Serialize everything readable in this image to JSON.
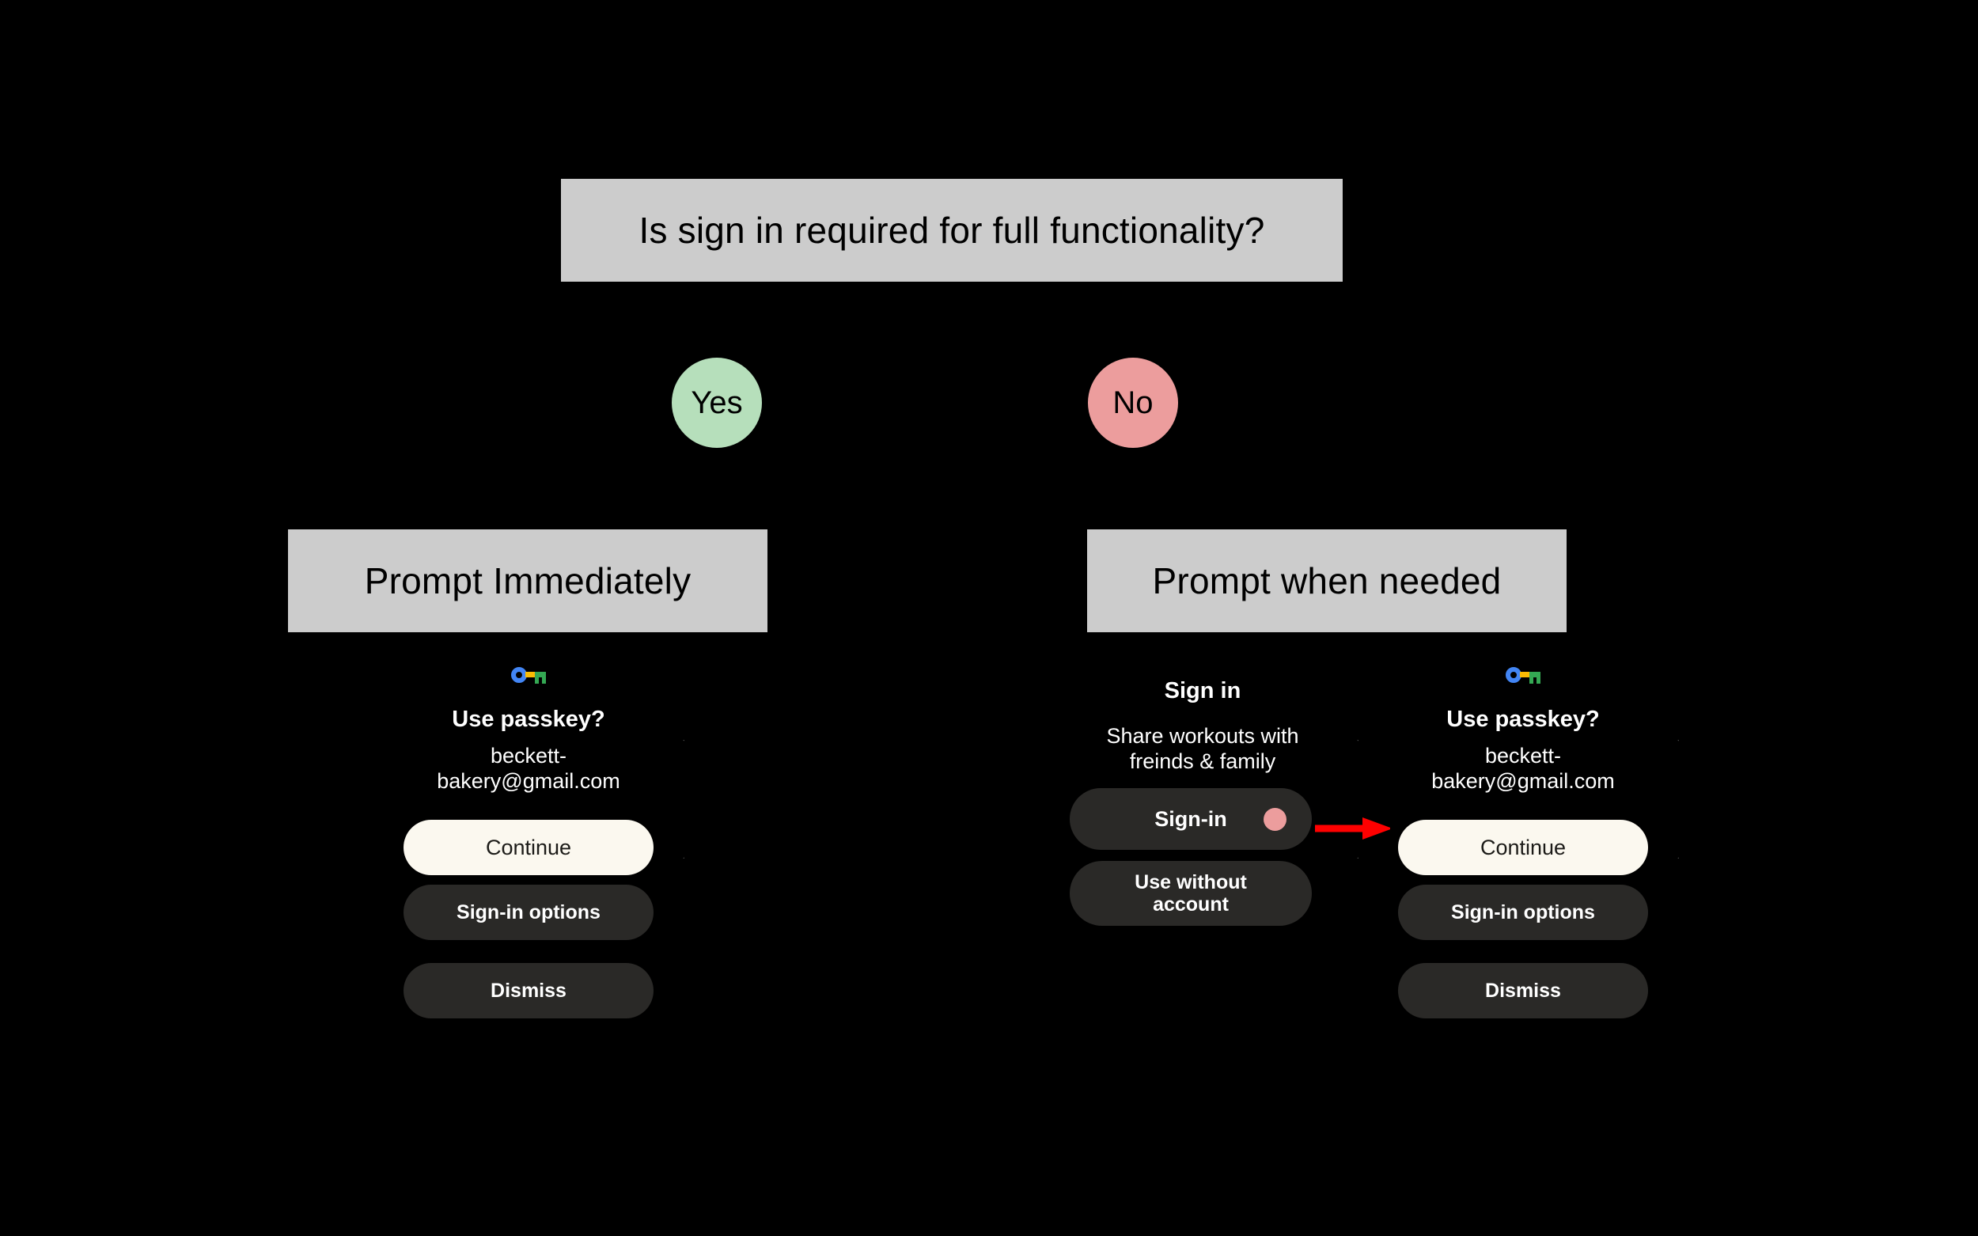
{
  "diagram": {
    "background_color": "#000000",
    "box_fill": "#cccccc",
    "question": "Is sign in required for full functionality?",
    "branch_yes": "Yes",
    "branch_no": "No",
    "yes_color": "#b6dfbb",
    "no_color": "#ec9d9d",
    "outcome_yes": "Prompt Immediately",
    "outcome_no": "Prompt when needed",
    "arrow_color": "#ff0000"
  },
  "screens": {
    "passkey_left": {
      "icon": "google-passkey-icon",
      "title": "Use passkey?",
      "account_line1": "beckett-",
      "account_line2": "bakery@gmail.com",
      "buttons": [
        {
          "label": "Continue",
          "style": "light"
        },
        {
          "label": "Sign-in options",
          "style": "dark"
        },
        {
          "label": "Dismiss",
          "style": "dark"
        }
      ]
    },
    "signin": {
      "title": "Sign in",
      "sub_line1": "Share workouts with",
      "sub_line2": "freinds & family",
      "buttons": [
        {
          "label": "Sign-in",
          "style": "dark",
          "indicator_color": "#ec9d9d"
        },
        {
          "label_line1": "Use without",
          "label_line2": "account",
          "style": "dark"
        }
      ]
    },
    "passkey_right": {
      "icon": "google-passkey-icon",
      "title": "Use passkey?",
      "account_line1": "beckett-",
      "account_line2": "bakery@gmail.com",
      "buttons": [
        {
          "label": "Continue",
          "style": "light"
        },
        {
          "label": "Sign-in options",
          "style": "dark"
        },
        {
          "label": "Dismiss",
          "style": "dark"
        }
      ]
    }
  }
}
